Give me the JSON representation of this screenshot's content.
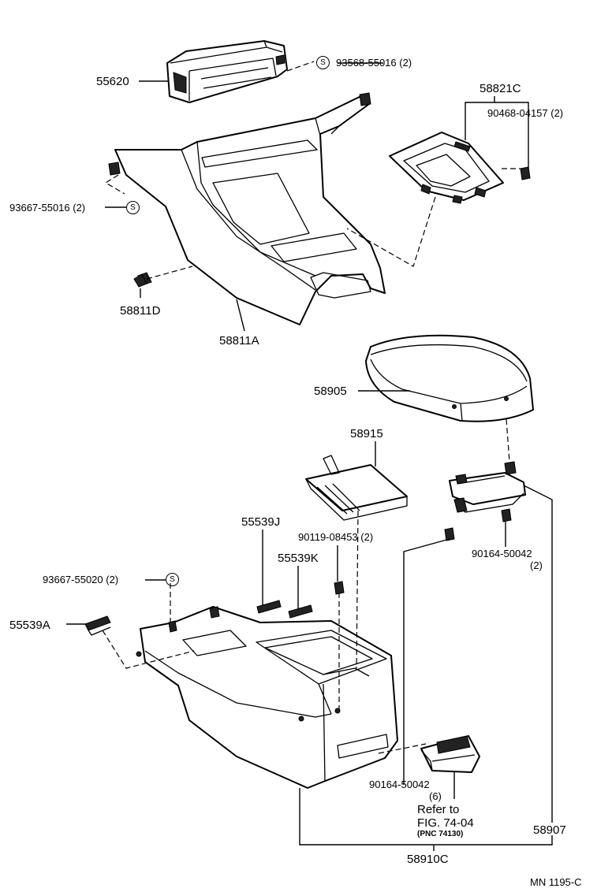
{
  "s_mark_symbol": "S",
  "diagram_code": "MN 1195-C",
  "labels": {
    "p55620": "55620",
    "p93568": "93568-55016 (2)",
    "p58821c": "58821C",
    "p90468": "90468-04157 (2)",
    "p93667a": "93667-55016 (2)",
    "p58811d": "58811D",
    "p58811a": "58811A",
    "p58905": "58905",
    "p58915": "58915",
    "p55539j": "55539J",
    "p90119": "90119-08453 (2)",
    "p55539k": "55539K",
    "p90164a": "90164-50042",
    "p90164a_qty": "(2)",
    "p93667b": "93667-55020 (2)",
    "p55539a": "55539A",
    "p90164b": "90164-50042",
    "p90164b_qty": "(6)",
    "ref_line1": "Refer to",
    "ref_line2": "FIG. 74-04",
    "ref_line3": "(PNC 74130)",
    "p58907": "58907",
    "p58910c": "58910C"
  }
}
